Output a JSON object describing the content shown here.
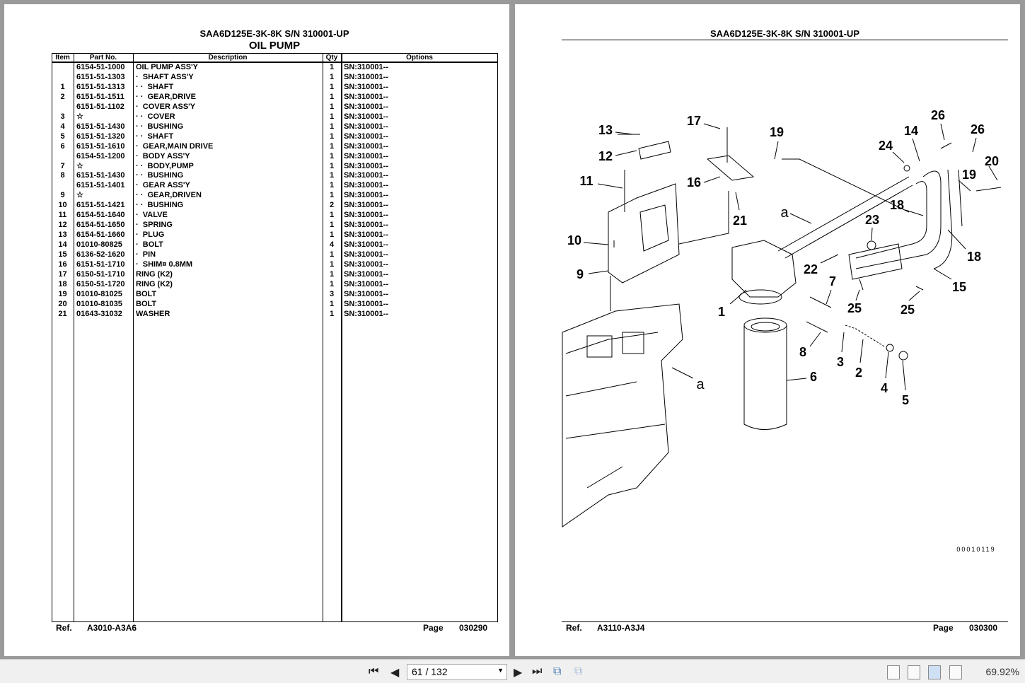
{
  "left_page": {
    "title": "SAA6D125E-3K-8K S/N 310001-UP",
    "subtitle": "OIL PUMP",
    "columns": [
      "Item",
      "Part No.",
      "Description",
      "Qty",
      "Options"
    ],
    "rows": [
      [
        "",
        "6154-51-1000",
        "OIL PUMP ASS'Y",
        "1",
        "SN:310001--"
      ],
      [
        "",
        "6151-51-1303",
        "·  SHAFT ASS'Y",
        "1",
        "SN:310001--"
      ],
      [
        "1",
        "6151-51-1313",
        "· ·  SHAFT",
        "1",
        "SN:310001--"
      ],
      [
        "2",
        "6151-51-1511",
        "· ·  GEAR,DRIVE",
        "1",
        "SN:310001--"
      ],
      [
        "",
        "6151-51-1102",
        "·  COVER ASS'Y",
        "1",
        "SN:310001--"
      ],
      [
        "3",
        "☆",
        "· ·  COVER",
        "1",
        "SN:310001--"
      ],
      [
        "4",
        "6151-51-1430",
        "· ·  BUSHING",
        "1",
        "SN:310001--"
      ],
      [
        "5",
        "6151-51-1320",
        "· ·  SHAFT",
        "1",
        "SN:310001--"
      ],
      [
        "6",
        "6151-51-1610",
        "·  GEAR,MAIN DRIVE",
        "1",
        "SN:310001--"
      ],
      [
        "",
        "6154-51-1200",
        "·  BODY ASS'Y",
        "1",
        "SN:310001--"
      ],
      [
        "7",
        "☆",
        "· ·  BODY,PUMP",
        "1",
        "SN:310001--"
      ],
      [
        "8",
        "6151-51-1430",
        "· ·  BUSHING",
        "1",
        "SN:310001--"
      ],
      [
        "",
        "6151-51-1401",
        "·  GEAR ASS'Y",
        "1",
        "SN:310001--"
      ],
      [
        "9",
        "☆",
        "· ·  GEAR,DRIVEN",
        "1",
        "SN:310001--"
      ],
      [
        "10",
        "6151-51-1421",
        "· ·  BUSHING",
        "2",
        "SN:310001--"
      ],
      [
        "11",
        "6154-51-1640",
        "·  VALVE",
        "1",
        "SN:310001--"
      ],
      [
        "12",
        "6154-51-1650",
        "·  SPRING",
        "1",
        "SN:310001--"
      ],
      [
        "13",
        "6154-51-1660",
        "·  PLUG",
        "1",
        "SN:310001--"
      ],
      [
        "14",
        "01010-80825",
        "·  BOLT",
        "4",
        "SN:310001--"
      ],
      [
        "15",
        "6136-52-1620",
        "·  PIN",
        "1",
        "SN:310001--"
      ],
      [
        "16",
        "6151-51-1710",
        "·  SHIM¤ 0.8MM",
        "1",
        "SN:310001--"
      ],
      [
        "17",
        "6150-51-1710",
        "RING (K2)",
        "1",
        "SN:310001--"
      ],
      [
        "18",
        "6150-51-1720",
        "RING (K2)",
        "1",
        "SN:310001--"
      ],
      [
        "19",
        "01010-81025",
        "BOLT",
        "3",
        "SN:310001--"
      ],
      [
        "20",
        "01010-81035",
        "BOLT",
        "1",
        "SN:310001--"
      ],
      [
        "21",
        "01643-31032",
        "WASHER",
        "1",
        "SN:310001--"
      ]
    ],
    "ref_label": "Ref.",
    "ref": "A3010-A3A6",
    "page_label": "Page",
    "page": "030290"
  },
  "right_page": {
    "title": "SAA6D125E-3K-8K S/N 310001-UP",
    "callouts": [
      "13",
      "12",
      "11",
      "10",
      "9",
      "17",
      "16",
      "19",
      "21",
      "24",
      "14",
      "26",
      "26",
      "20",
      "19",
      "18",
      "18",
      "23",
      "22",
      "7",
      "25",
      "25",
      "15",
      "1",
      "8",
      "3",
      "2",
      "4",
      "5",
      "6",
      "a",
      "a"
    ],
    "drawing_code": "00010119",
    "ref_label": "Ref.",
    "ref": "A3110-A3J4",
    "page_label": "Page",
    "page": "030300"
  },
  "toolbar": {
    "page_value": "61 / 132",
    "zoom": "69.92%"
  }
}
